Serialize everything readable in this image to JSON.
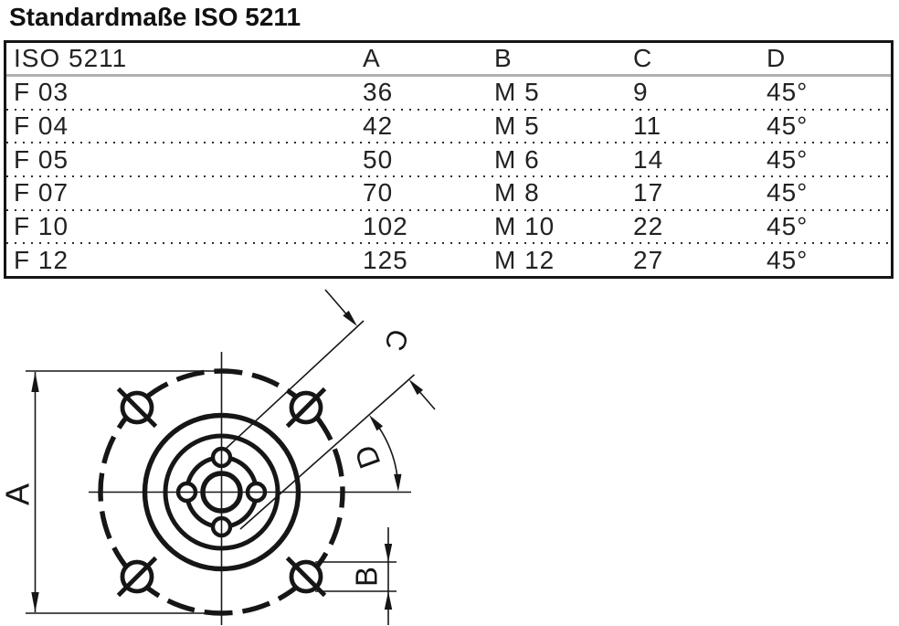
{
  "title": "Standardmaße ISO 5211",
  "table": {
    "columns": [
      "ISO 5211",
      "A",
      "B",
      "C",
      "D"
    ],
    "rows": [
      {
        "cells": [
          "F 03",
          "36",
          "M 5",
          "9",
          "45°"
        ]
      },
      {
        "cells": [
          "F 04",
          "42",
          "M 5",
          "11",
          "45°"
        ]
      },
      {
        "cells": [
          "F 05",
          "50",
          "M 6",
          "14",
          "45°"
        ]
      },
      {
        "cells": [
          "F 07",
          "70",
          "M 8",
          "17",
          "45°"
        ]
      },
      {
        "cells": [
          "F 10",
          "102",
          "M 10",
          "22",
          "45°"
        ]
      },
      {
        "cells": [
          "F 12",
          "125",
          "M 12",
          "27",
          "45°"
        ]
      }
    ]
  },
  "diagram": {
    "labels": {
      "a": "A",
      "b": "B",
      "c": "C",
      "d": "D"
    }
  },
  "colors": {
    "ink": "#161616",
    "header_divider": "#b0b0b0",
    "dot_separator": "#2e2e2e",
    "background": "#ffffff"
  }
}
